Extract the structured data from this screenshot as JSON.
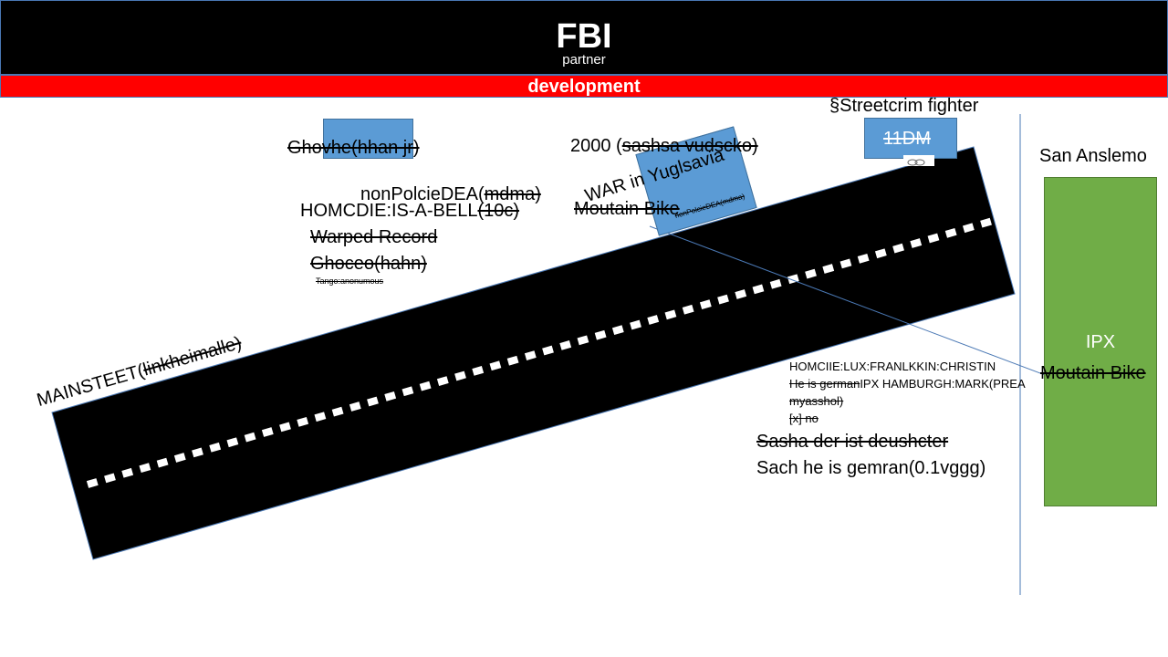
{
  "header": {
    "title": "FBI",
    "subtitle": "partner",
    "banner": "development"
  },
  "labels": {
    "ghovhe_a": "Ghovhe(",
    "ghovhe_b": "hhan jr)",
    "year": "2000 (",
    "year_name": "sashsa vudscko)",
    "streetcrim": "§Streetcrim fighter",
    "dm": "11DM",
    "san_anslemo": "San Anslemo",
    "war": "WAR in Yuglsavia",
    "nonpolcie_a": "nonPolcieDEA(",
    "nonpolcie_b": "mdma)",
    "homcdie_a": "HOMCDIE:IS-A-BELL",
    "homcdie_b": "(10c)",
    "moutain_bike": "Moutain Bike",
    "small_box_label": "nonPolcieDEA(mdma)",
    "warped": "Warped Record",
    "ghoceo": "Ghoceo(hahn)",
    "tango": "Tango:anonumous",
    "mainsteet_a": "MAINSTEET(",
    "mainsteet_b": "linkheimalle)",
    "homciie": "HOMCIIE:LUX:FRANLKKIN:CHRISTIN",
    "german_a": "He is german",
    "german_b": "IPX HAMBURGH:MARK(PREA",
    "myasshol": "myasshol)",
    "xno": "[x] no",
    "sasha": "Sasha der ist deushcter",
    "sach": "Sach he is gemran(0.1vggg)",
    "ipx": "IPX",
    "moutain_bike_2": "Moutain Bike"
  },
  "colors": {
    "header": "#000000",
    "banner": "#ff0000",
    "box": "#5b9bd5",
    "green": "#70ad47",
    "street": "#000000"
  }
}
